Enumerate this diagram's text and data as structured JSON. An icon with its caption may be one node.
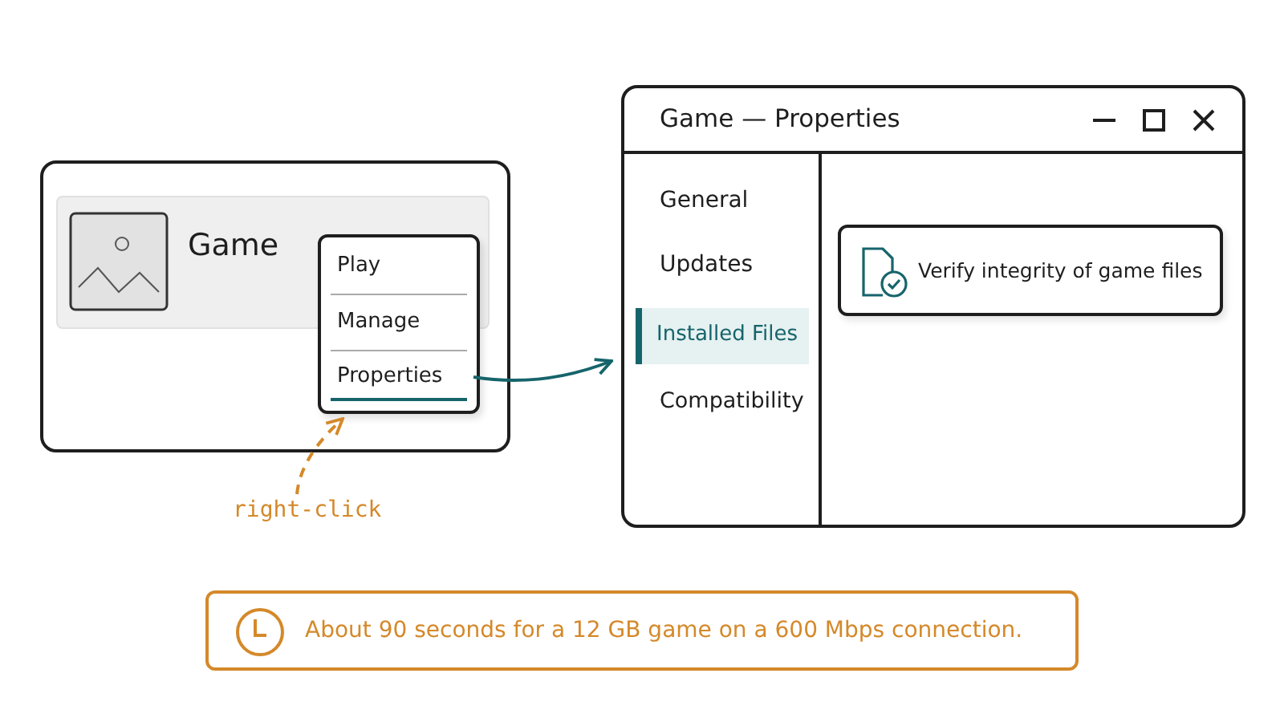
{
  "diagram": {
    "nodes": [
      {
        "text": [
          "Game"
        ]
      },
      {
        "text": [],
        "shape": "box"
      },
      {
        "text": [
          "Play"
        ]
      },
      {
        "text": [
          "Manage"
        ],
        "in": 1
      },
      {
        "text": [
          "Properties"
        ],
        "in": 1
      },
      {
        "text": [
          "right-click"
        ]
      },
      {
        "text": [
          "Game — Properties"
        ]
      },
      {
        "text": [
          "General"
        ],
        "in": 6
      },
      {
        "text": [
          "Updates"
        ],
        "in": 6
      },
      {
        "text": [
          "Installed Files"
        ],
        "in": 6
      },
      {
        "text": [
          "Compatibility"
        ],
        "in": 6
      },
      {
        "text": [
          "Verify integrity of game files"
        ],
        "in": 6
      },
      {
        "text": [
          "About 90 seconds for a 12 GB game on a 600 Mbps connection."
        ]
      }
    ],
    "edges": [
      {
        "from": 5,
        "to": 1,
        "arrow": "to",
        "style": "dashed",
        "color": "#d4892a"
      },
      {
        "from": 4,
        "to": 6,
        "arrow": "to",
        "color": "#16646b"
      }
    ]
  }
}
